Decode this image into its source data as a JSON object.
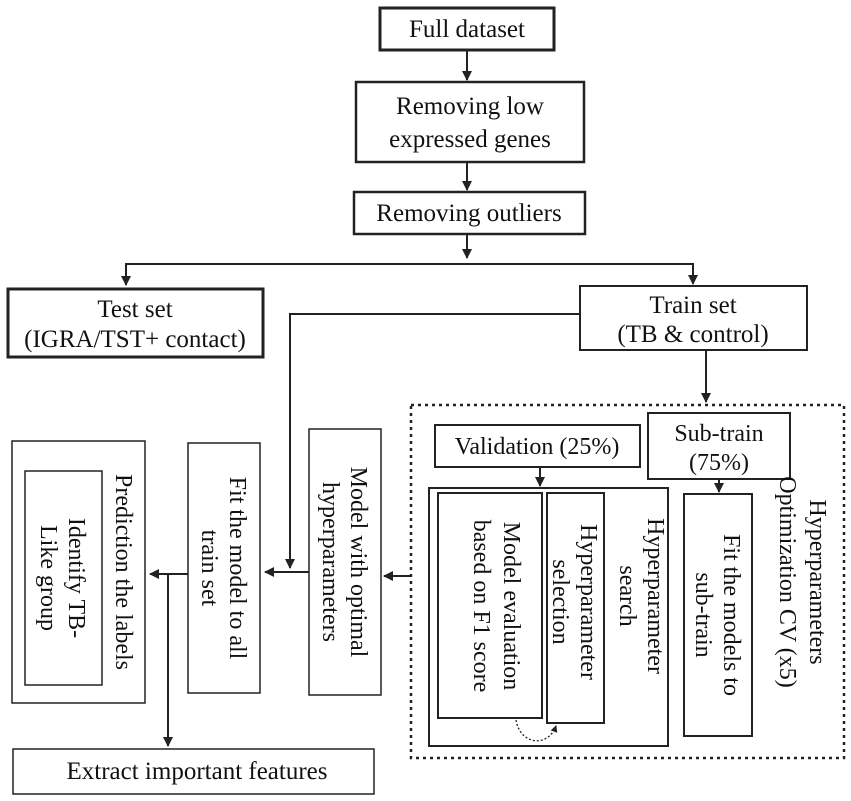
{
  "nodes": {
    "full_dataset": "Full dataset",
    "removing_low_1": "Removing low",
    "removing_low_2": "expressed genes",
    "removing_outliers": "Removing outliers",
    "test_set_1": "Test set",
    "test_set_2": "(IGRA/TST+ contact)",
    "train_set_1": "Train set",
    "train_set_2": "(TB & control)",
    "validation": "Validation (25%)",
    "subtrain_1": "Sub-train",
    "subtrain_2": "(75%)",
    "hpo_1": "Hyperparameters",
    "hpo_2": "Optimization CV (x5)",
    "fit_models_1": "Fit the models to",
    "fit_models_2": "sub-train",
    "hp_search_1": "Hyperparameter",
    "hp_search_2": "search",
    "hp_selection_1": "Hyperparameter",
    "hp_selection_2": "selection",
    "model_eval_1": "Model evaluation",
    "model_eval_2": "based on F1 score",
    "model_optimal_1": "Model with optimal",
    "model_optimal_2": "hyperparameters",
    "fit_all_1": "Fit the model to all",
    "fit_all_2": "train set",
    "prediction": "Prediction the labels",
    "identify_1": "Identify TB-",
    "identify_2": "Like group",
    "extract": "Extract important features"
  }
}
